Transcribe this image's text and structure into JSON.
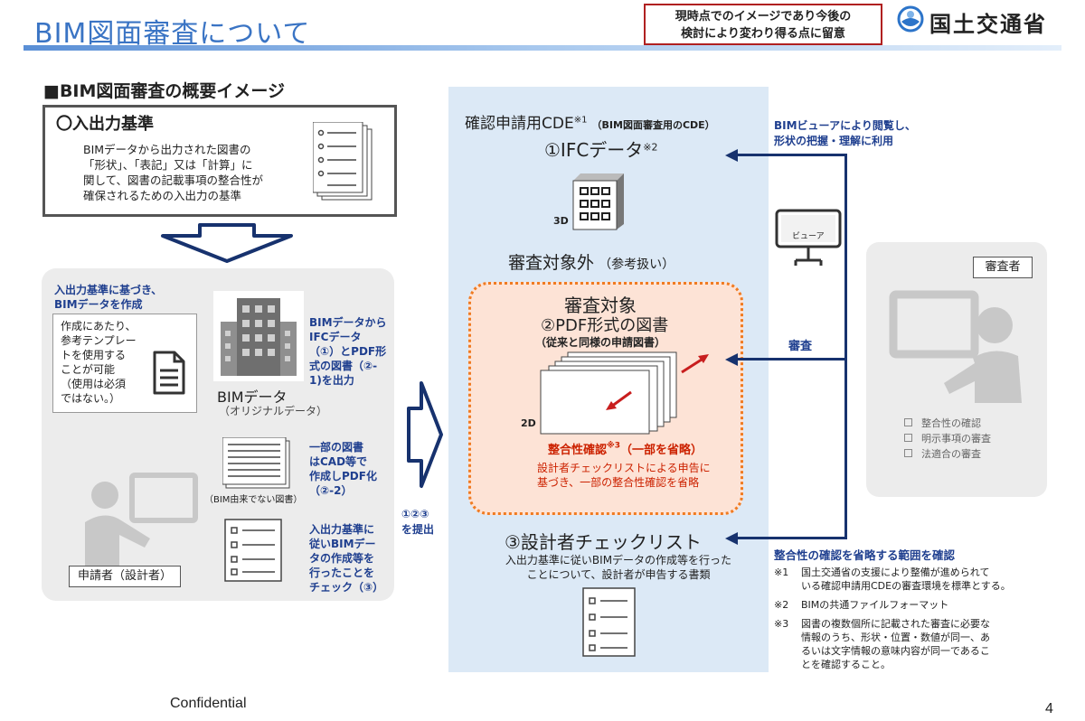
{
  "header": {
    "title": "BIM図面審査について",
    "notice_line1": "現時点でのイメージであり今後の",
    "notice_line2": "検討により変わり得る点に留意",
    "ministry": "国土交通省"
  },
  "section_title": "■BIM図面審査の概要イメージ",
  "io_standard": {
    "heading": "〇入出力基準",
    "lines": [
      "BIMデータから出力された図書の",
      "「形状」、「表記」又は「計算」に",
      "関して、図書の記載事項の整合性が",
      "確保されるための入出力の基準"
    ]
  },
  "applicant": {
    "create_line1": "入出力基準に基づき、",
    "create_line2": "BIMデータを作成",
    "template_lines": [
      "作成にあたり、",
      "参考テンプレー",
      "トを使用する",
      "ことが可能",
      "（使用は必須",
      "ではない。）"
    ],
    "output_lines": [
      "BIMデータから",
      "IFCデータ",
      "（①）とPDF形",
      "式の図書（②-",
      "1)を出力"
    ],
    "bim_data_label": "BIMデータ",
    "bim_data_sub": "（オリジナルデータ）",
    "cad_lines": [
      "一部の図書",
      "はCAD等で",
      "作成しPDF化",
      "（②-2）"
    ],
    "non_bim_label": "（BIM由来でない図書）",
    "check_lines": [
      "入出力基準に",
      "従いBIMデー",
      "タの作成等を",
      "行ったことを",
      "チェック（③）"
    ],
    "person_label": "申請者（設計者）"
  },
  "submit": {
    "line1": "①②③",
    "line2": "を提出"
  },
  "cde": {
    "title": "確認申請用CDE",
    "title_mark": "※1",
    "title_sub": "（BIM図面審査用のCDE）",
    "ifc_label": "①IFCデータ",
    "ifc_mark": "※2",
    "label_3d": "3D",
    "out_of_scope": "審査対象外",
    "out_of_scope_sub": "（参考扱い）",
    "scope_title": "審査対象",
    "pdf_label": "②PDF形式の図書",
    "pdf_sub": "（従来と同様の申請図書）",
    "label_2d": "2D",
    "consistency_title": "整合性確認",
    "consistency_mark": "※3",
    "consistency_suffix": "（一部を省略）",
    "consistency_line1": "設計者チェックリストによる申告に",
    "consistency_line2": "基づき、一部の整合性確認を省略",
    "checklist_label": "③設計者チェックリスト",
    "checklist_line1": "入出力基準に従いBIMデータの作成等を行った",
    "checklist_line2": "ことについて、設計者が申告する書類"
  },
  "viewer": {
    "line1": "BIMビューアにより閲覧し、",
    "line2": "形状の把握・理解に利用",
    "screen_label": "ビューア"
  },
  "review_label": "審査",
  "examiner": {
    "label": "審査者",
    "items": [
      "整合性の確認",
      "明示事項の審査",
      "法適合の審査"
    ]
  },
  "omit_range_label": "整合性の確認を省略する範囲を確認",
  "notes": [
    {
      "mark": "※1",
      "lines": [
        "国土交通省の支援により整備が進められて",
        "いる確認申請用CDEの審査環境を標準とする。"
      ]
    },
    {
      "mark": "※2",
      "lines": [
        "BIMの共通ファイルフォーマット"
      ]
    },
    {
      "mark": "※3",
      "lines": [
        "図書の複数個所に記載された審査に必要な",
        "情報のうち、形状・位置・数値が同一、あ",
        "るいは文字情報の意味内容が同一であるこ",
        "とを確認すること。"
      ]
    }
  ],
  "footer": {
    "confidential": "Confidential",
    "page_number": "4"
  },
  "colors": {
    "title_blue": "#3a74c4",
    "navy": "#17326e",
    "cde_bg": "#dce9f6",
    "scope_orange": "#f07b22",
    "red_text": "#cc2200"
  }
}
